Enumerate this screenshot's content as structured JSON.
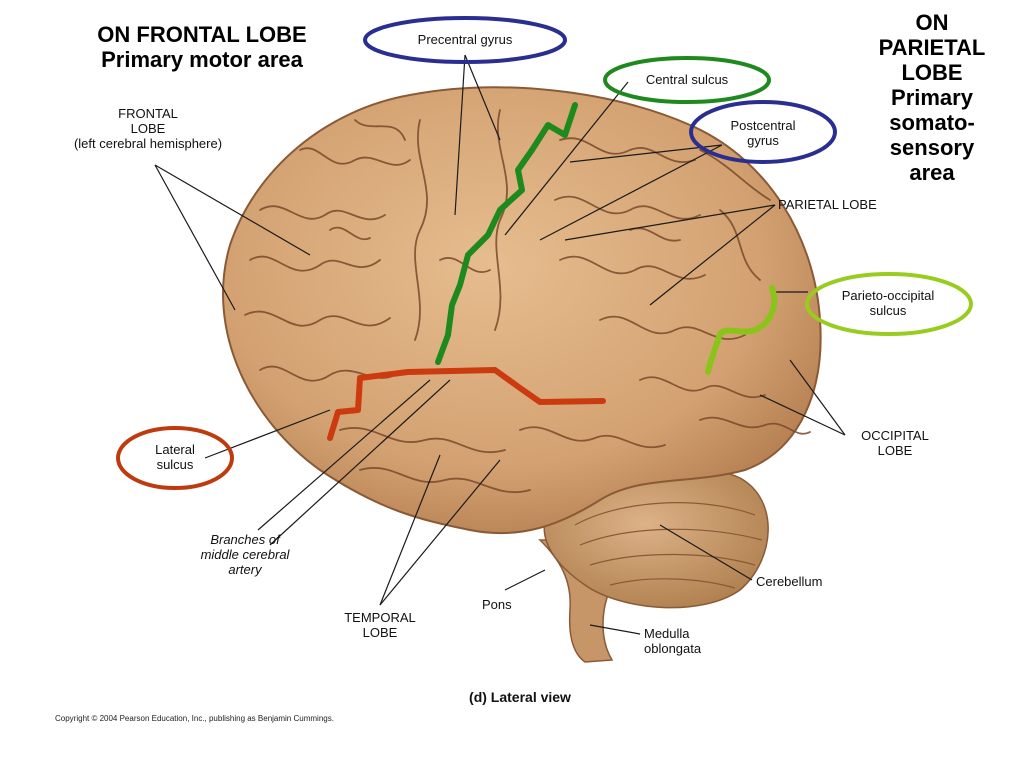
{
  "headings": {
    "frontal_line1": "ON FRONTAL LOBE",
    "frontal_line2": "Primary motor area",
    "parietal_lines": [
      "ON",
      "PARIETAL",
      "LOBE",
      "Primary",
      "somato-",
      "sensory",
      "area"
    ]
  },
  "labels": {
    "frontal_lobe": [
      "FRONTAL",
      "LOBE",
      "(left cerebral hemisphere)"
    ],
    "precentral_gyrus": "Precentral gyrus",
    "central_sulcus": "Central sulcus",
    "postcentral_gyrus": [
      "Postcentral",
      "gyrus"
    ],
    "parietal_lobe": "PARIETAL LOBE",
    "parieto_occipital_sulcus": [
      "Parieto-occipital",
      "sulcus"
    ],
    "occipital_lobe": [
      "OCCIPITAL",
      "LOBE"
    ],
    "lateral_sulcus": [
      "Lateral",
      "sulcus"
    ],
    "branches_mca": [
      "Branches of",
      "middle cerebral",
      "artery"
    ],
    "temporal_lobe": [
      "TEMPORAL",
      "LOBE"
    ],
    "pons": "Pons",
    "cerebellum": "Cerebellum",
    "medulla": [
      "Medulla",
      "oblongata"
    ]
  },
  "caption": "(d) Lateral view",
  "copyright": "Copyright © 2004 Pearson Education, Inc., publishing as Benjamin Cummings.",
  "colors": {
    "brain": "#d8a878",
    "brain_dark": "#a8714a",
    "gyrus_line": "#7a4a2a",
    "central_sulcus": "#1e8a1e",
    "lateral_sulcus": "#cc3a10",
    "parieto_occipital": "#8ac41a",
    "blue_ellipse": "#2a2e90",
    "green_ellipse": "#1e8a1e",
    "red_ellipse": "#c03a10",
    "lime_ellipse": "#9acc20"
  }
}
